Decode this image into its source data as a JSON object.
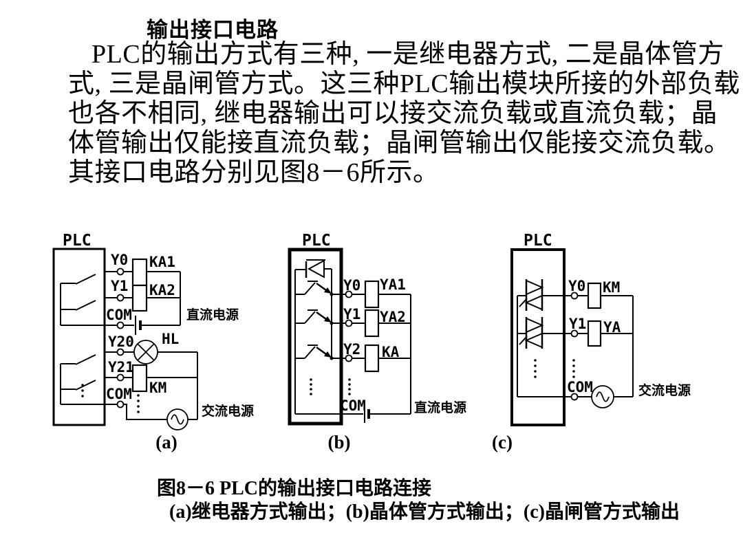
{
  "title": "输出接口电路",
  "paragraph": {
    "lines": [
      "PLC的输出方式有三种, 一是继电器方式, 二是晶体管方",
      "式, 三是晶闸管方式。这三种PLC输出模块所接的外部负载",
      "也各不相同, 继电器输出可以接交流负载或直流负载；晶",
      "体管输出仅能接直流负载；晶闸管输出仅能接交流负载。",
      "其接口电路分别见图8－6所示。"
    ]
  },
  "figure": {
    "a": {
      "plc": "PLC",
      "terminals": [
        "Y0",
        "Y1",
        "COM",
        "Y20",
        "Y21",
        "COM"
      ],
      "loads": {
        "ka1": "KA1",
        "ka2": "KA2",
        "hl": "HL",
        "km": "KM"
      },
      "dc": "直流电源",
      "ac": "交流电源",
      "tag": "(a)"
    },
    "b": {
      "plc": "PLC",
      "terminals": [
        "Y0",
        "Y1",
        "Y2",
        "COM"
      ],
      "loads": {
        "ya1": "YA1",
        "ya2": "YA2",
        "ka": "KA"
      },
      "dc": "直流电源",
      "tag": "(b)"
    },
    "c": {
      "plc": "PLC",
      "terminals": [
        "Y0",
        "Y1",
        "COM"
      ],
      "loads": {
        "km": "KM",
        "ya": "YA"
      },
      "ac": "交流电源",
      "tag": "(c)"
    }
  },
  "caption": {
    "line1": "图8－6 PLC的输出接口电路连接",
    "line2": "(a)继电器方式输出；(b)晶体管方式输出；(c)晶闸管方式输出"
  },
  "colors": {
    "ink": "#000000",
    "background": "#ffffff"
  }
}
